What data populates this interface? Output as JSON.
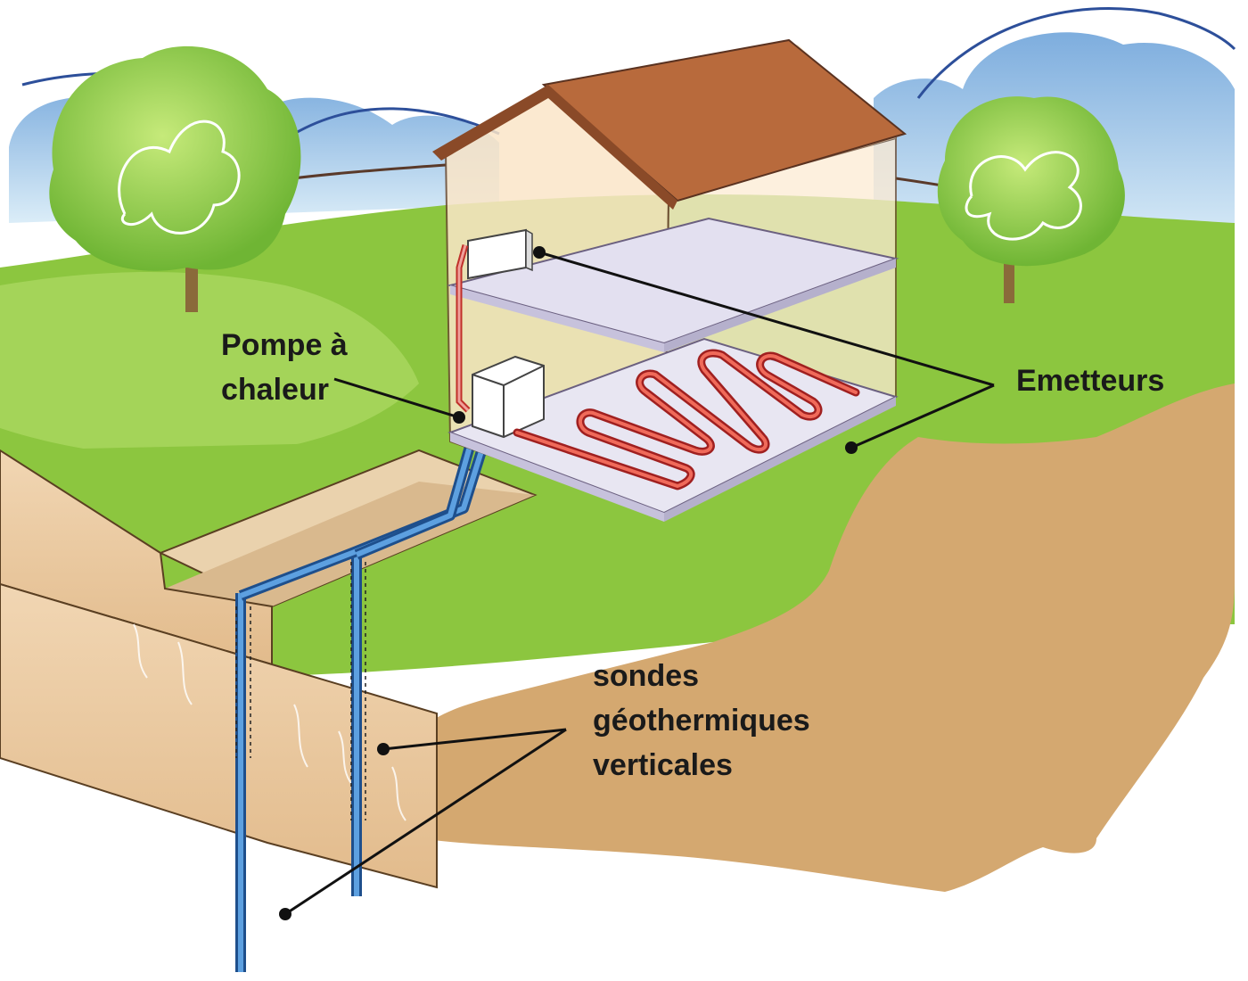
{
  "labels": {
    "pompe": [
      "Pompe à",
      "chaleur"
    ],
    "emetteurs": "Emetteurs",
    "sondes": [
      "sondes",
      "géothermiques",
      "verticales"
    ]
  },
  "colors": {
    "sky": "#7fb0de",
    "grass": "#8cc63f",
    "soil": "#d4a870",
    "roof": "#b86a3c",
    "house_wall": "#fbe6c8",
    "floor_pipe": "#d9322b",
    "ground_pipe": "#3c7fc4",
    "leader_line": "#111111"
  },
  "icons": [
    "tree-left",
    "tree-right",
    "house",
    "heat-pump-unit",
    "wall-radiator",
    "underfloor-heating-coil",
    "vertical-ground-probes"
  ]
}
